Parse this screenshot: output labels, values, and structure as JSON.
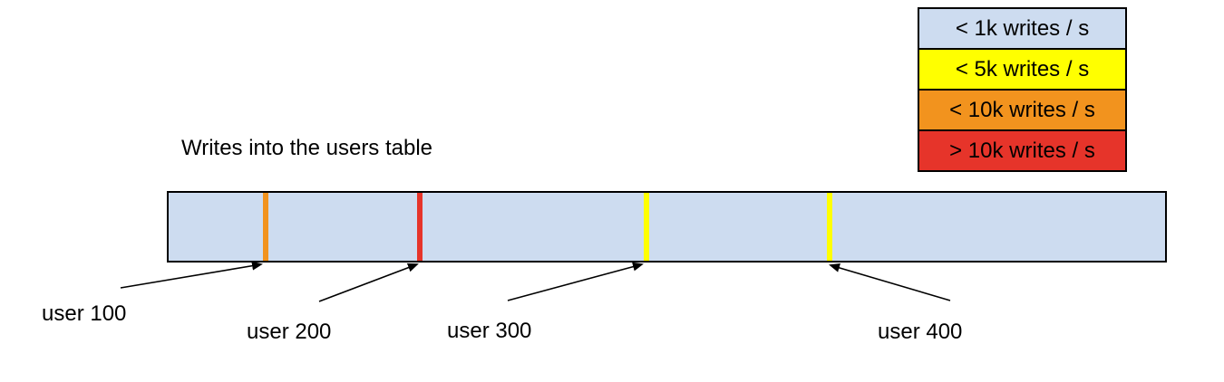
{
  "title": "Writes into the users table",
  "legend": {
    "items": [
      {
        "label": "< 1k writes / s",
        "color": "#cddcf0"
      },
      {
        "label": "< 5k writes / s",
        "color": "#ffff00"
      },
      {
        "label": "< 10k writes / s",
        "color": "#f2931e"
      },
      {
        "label": "> 10k writes / s",
        "color": "#e6342a"
      }
    ]
  },
  "table_bar": {
    "fill": "#cddcf0",
    "border": "#000000",
    "markers": [
      {
        "user": "user 100",
        "write_rate": "< 10k writes / s",
        "color": "#f2931e",
        "position_pct": "9.5%"
      },
      {
        "user": "user 200",
        "write_rate": "> 10k writes / s",
        "color": "#e6342a",
        "position_pct": "24.9%"
      },
      {
        "user": "user 300",
        "write_rate": "< 5k writes / s",
        "color": "#ffff00",
        "position_pct": "47.7%"
      },
      {
        "user": "user 400",
        "write_rate": "< 5k writes / s",
        "color": "#ffff00",
        "position_pct": "66.1%"
      }
    ]
  },
  "user_labels": [
    {
      "text": "user 100"
    },
    {
      "text": "user 200"
    },
    {
      "text": "user 300"
    },
    {
      "text": "user 400"
    }
  ]
}
